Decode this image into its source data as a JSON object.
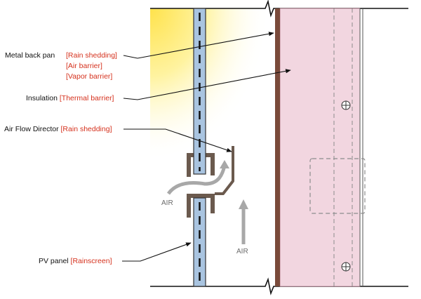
{
  "labels": {
    "metal_back_pan": {
      "name": "Metal back pan",
      "tags": [
        "[Rain shedding]",
        "[Air barrier]",
        "[Vapor barrier]"
      ]
    },
    "insulation": {
      "name": "Insulation",
      "tag": "[Thermal barrier]"
    },
    "air_flow_director": {
      "name": "Air Flow Director",
      "tag": "[Rain shedding]"
    },
    "pv_panel": {
      "name": "PV panel",
      "tag": "[Rainscreen]"
    }
  },
  "air_labels": [
    "AIR",
    "AIR"
  ],
  "colors": {
    "sun_glow": "#fff3a0",
    "pv_panel": "#a9c4e0",
    "insulation": "#f2d6e0",
    "metal_pan": "#7a4a3a",
    "bracket": "#6b5a4e",
    "air_arrow": "#a8a8a8",
    "callout_red": "#d5311d"
  }
}
